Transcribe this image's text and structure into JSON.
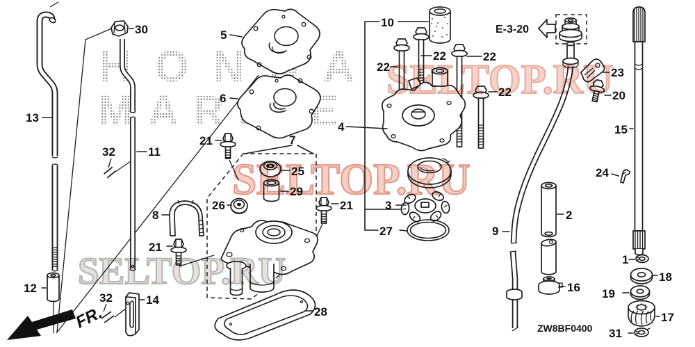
{
  "diagram": {
    "drawing_code": "ZW8BF0400",
    "ref_label": "E-3-20",
    "fr_label": "FR.",
    "watermark": {
      "brand_line1": "HONDA",
      "brand_line2": "MARINE",
      "site": "SELTOP.RU",
      "site_color_pink": "#e39c8d",
      "site_color_gray": "#b7b3ae"
    },
    "callouts": {
      "n1": "1",
      "n2": "2",
      "n3": "3",
      "n4": "4",
      "n5": "5",
      "n6": "6",
      "n7": "7",
      "n8": "8",
      "n9": "9",
      "n10": "10",
      "n11": "11",
      "n12": "12",
      "n13": "13",
      "n14": "14",
      "n15": "15",
      "n16": "16",
      "n17": "17",
      "n18": "18",
      "n19": "19",
      "n20": "20",
      "n21": "21",
      "n22": "22",
      "n23": "23",
      "n24": "24",
      "n25": "25",
      "n26": "26",
      "n27": "27",
      "n28": "28",
      "n29": "29",
      "n30": "30",
      "n31": "31",
      "n32": "32"
    }
  }
}
